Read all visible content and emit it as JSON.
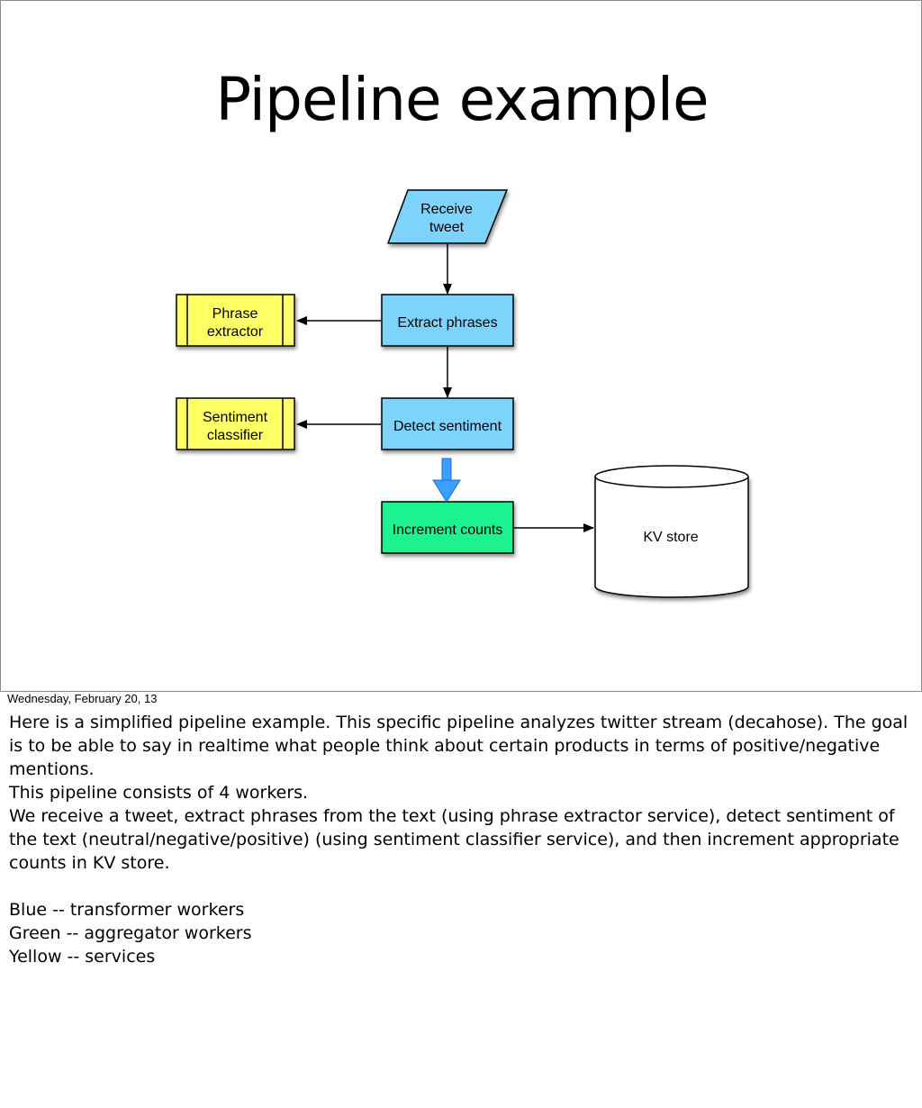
{
  "slide": {
    "title": "Pipeline example",
    "colors": {
      "transformer": "#7dd3fc",
      "aggregator": "#1ef28f",
      "service": "#ffff66",
      "store": "#ffffff"
    },
    "nodes": {
      "receive": {
        "line1": "Receive",
        "line2": "tweet"
      },
      "extract": {
        "label": "Extract phrases"
      },
      "detect": {
        "label": "Detect sentiment"
      },
      "increment": {
        "label": "Increment counts"
      },
      "phrase": {
        "line1": "Phrase",
        "line2": "extractor"
      },
      "sentiment": {
        "line1": "Sentiment",
        "line2": "classifier"
      },
      "kv": {
        "label": "KV store"
      }
    }
  },
  "footer": {
    "date": "Wednesday, February 20, 13"
  },
  "notes": {
    "p1": "Here is a simplified pipeline example. This specific pipeline analyzes twitter stream (decahose). The goal is to be able to say in realtime what people think about certain products in terms of positive/negative mentions.",
    "p2": "This pipeline consists of 4 workers.",
    "p3": "We receive a tweet, extract phrases from the text (using phrase extractor service), detect sentiment of the text (neutral/negative/positive) (using sentiment classifier service), and then increment appropriate counts in KV store.",
    "legend1": "Blue -- transformer workers",
    "legend2": "Green -- aggregator workers",
    "legend3": "Yellow -- services"
  }
}
